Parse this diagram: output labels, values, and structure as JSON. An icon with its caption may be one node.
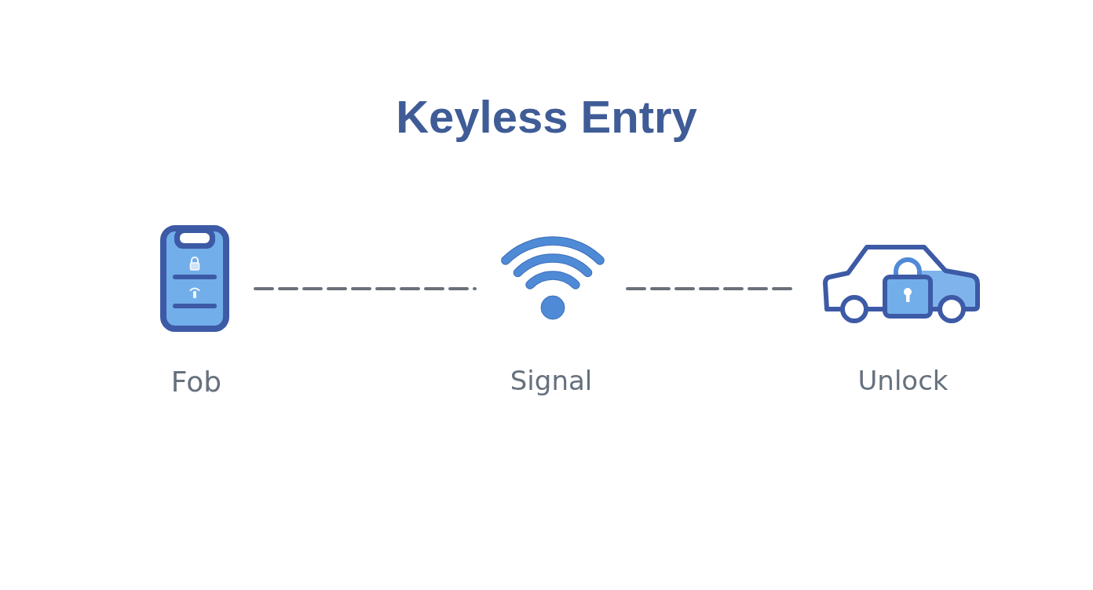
{
  "diagram": {
    "title": "Keyless Entry",
    "nodes": [
      {
        "text": [
          "Fob"
        ]
      },
      {
        "text": [
          "Signal"
        ]
      },
      {
        "text": [
          "Unlock"
        ]
      }
    ],
    "edges": [
      {
        "from": 0,
        "to": 1,
        "arrow": "none",
        "style": "dashed"
      },
      {
        "from": 1,
        "to": 2,
        "arrow": "none",
        "style": "dashed"
      }
    ]
  }
}
